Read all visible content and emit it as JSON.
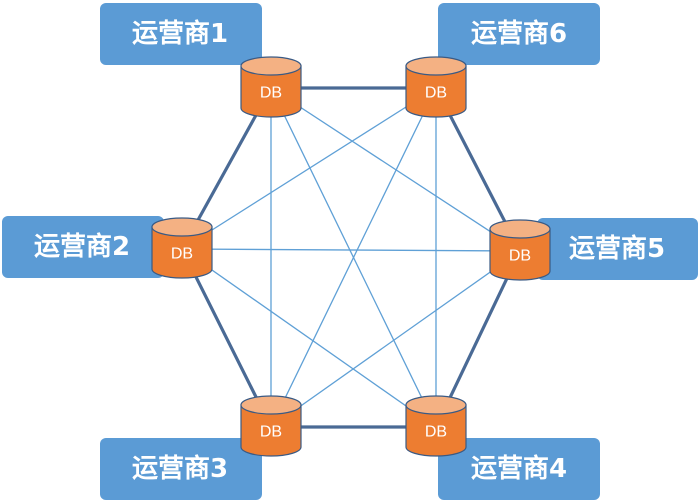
{
  "colors": {
    "label_fill": "#5b9bd5",
    "db_body": "#ed7d31",
    "db_top": "#f4b183",
    "db_stroke": "#3a5a84",
    "hexagon_edge": "#4a6a95",
    "diagonal_edge": "#5fa0d6"
  },
  "nodes": [
    {
      "id": "n1",
      "db_label": "DB",
      "operator_label": "运营商1"
    },
    {
      "id": "n2",
      "db_label": "DB",
      "operator_label": "运营商2"
    },
    {
      "id": "n3",
      "db_label": "DB",
      "operator_label": "运营商3"
    },
    {
      "id": "n4",
      "db_label": "DB",
      "operator_label": "运营商4"
    },
    {
      "id": "n5",
      "db_label": "DB",
      "operator_label": "运营商5"
    },
    {
      "id": "n6",
      "db_label": "DB",
      "operator_label": "运营商6"
    }
  ],
  "hexagon_edges": [
    [
      "n1",
      "n6"
    ],
    [
      "n6",
      "n5"
    ],
    [
      "n5",
      "n4"
    ],
    [
      "n4",
      "n3"
    ],
    [
      "n3",
      "n2"
    ],
    [
      "n2",
      "n1"
    ]
  ],
  "mesh_edges": [
    [
      "n1",
      "n3"
    ],
    [
      "n1",
      "n4"
    ],
    [
      "n1",
      "n5"
    ],
    [
      "n2",
      "n4"
    ],
    [
      "n2",
      "n5"
    ],
    [
      "n2",
      "n6"
    ],
    [
      "n3",
      "n5"
    ],
    [
      "n3",
      "n6"
    ],
    [
      "n4",
      "n6"
    ]
  ]
}
